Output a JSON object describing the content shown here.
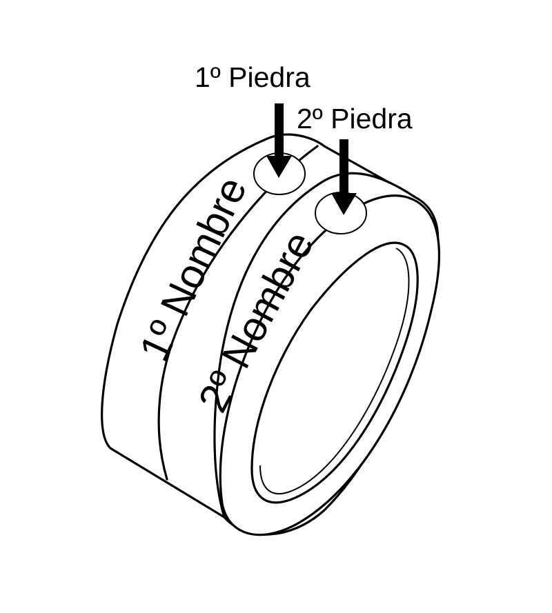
{
  "diagram": {
    "callouts": {
      "stone_1": "1º Piedra",
      "stone_2": "2º Piedra"
    },
    "bands": {
      "name_1": "1º Nombre",
      "name_2": "2º Nombre"
    },
    "colors": {
      "stroke": "#000000",
      "background": "#ffffff"
    }
  }
}
